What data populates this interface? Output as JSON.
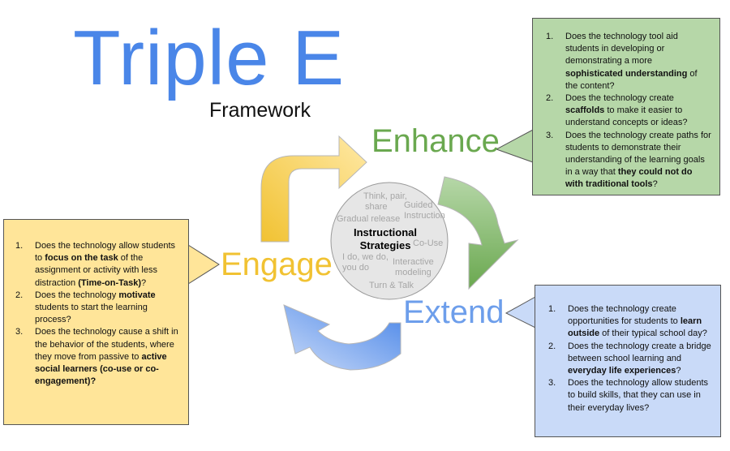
{
  "title": "Triple E",
  "subtitle": "Framework",
  "stages": {
    "enhance": "Enhance",
    "engage": "Engage",
    "extend": "Extend"
  },
  "center": {
    "line1": "Instructional",
    "line2": "Strategies"
  },
  "strategies": {
    "think1": "Think, pair,",
    "think2": "share",
    "guided1": "Guided",
    "guided2": "Instruction",
    "gradual": "Gradual release",
    "couse": "Co-Use",
    "ido1": "I do, we do,",
    "ido2": "you do",
    "interactive1": "Interactive",
    "interactive2": "modeling",
    "turn": "Turn & Talk"
  },
  "enhance_box": {
    "items": [
      {
        "num": "1.",
        "a": "Does the technology tool aid students in developing or demonstrating a more ",
        "b": "sophisticated understanding",
        "c": " of the content?"
      },
      {
        "num": "2.",
        "a": "Does the technology create ",
        "b": "scaffolds",
        "c": " to make it easier to understand concepts or ideas?"
      },
      {
        "num": "3.",
        "a": "Does the technology create paths for students to demonstrate their understanding of the learning goals in a way that ",
        "b": "they could not do with traditional tools",
        "c": "?"
      }
    ]
  },
  "engage_box": {
    "items": [
      {
        "num": "1.",
        "a": "Does the technology allow students to ",
        "b": "focus on the task",
        "c": " of the assignment or activity with less distraction ",
        "d": "(Time-on-Task)",
        "e": "?"
      },
      {
        "num": "2.",
        "a": "Does the technology ",
        "b": "motivate",
        "c": " students to start the learning process?",
        "d": "",
        "e": ""
      },
      {
        "num": "3.",
        "a": "Does the technology cause a shift in the behavior of the students, where they move from passive to ",
        "b": "active social learners (co-use or co-engagement)?",
        "c": "",
        "d": "",
        "e": ""
      }
    ]
  },
  "extend_box": {
    "items": [
      {
        "num": "1.",
        "a": "Does the technology create opportunities for students to ",
        "b": "learn outside",
        "c": " of their typical school day?"
      },
      {
        "num": "2.",
        "a": "Does the technology create a bridge between school learning and ",
        "b": "everyday life experiences",
        "c": "?"
      },
      {
        "num": "3.",
        "a": "Does the technology allow students to build skills, that they can use in their everyday lives?",
        "b": "",
        "c": ""
      }
    ]
  },
  "colors": {
    "blue_title": "#4a86e8",
    "enhance_green": "#6aa84f",
    "engage_yellow": "#f1c232",
    "extend_blue": "#6d9eeb",
    "enhance_box_bg": "#b6d7a8",
    "engage_box_bg": "#ffe599",
    "extend_box_bg": "#c9daf8",
    "circle_bg": "#e6e6e6"
  }
}
